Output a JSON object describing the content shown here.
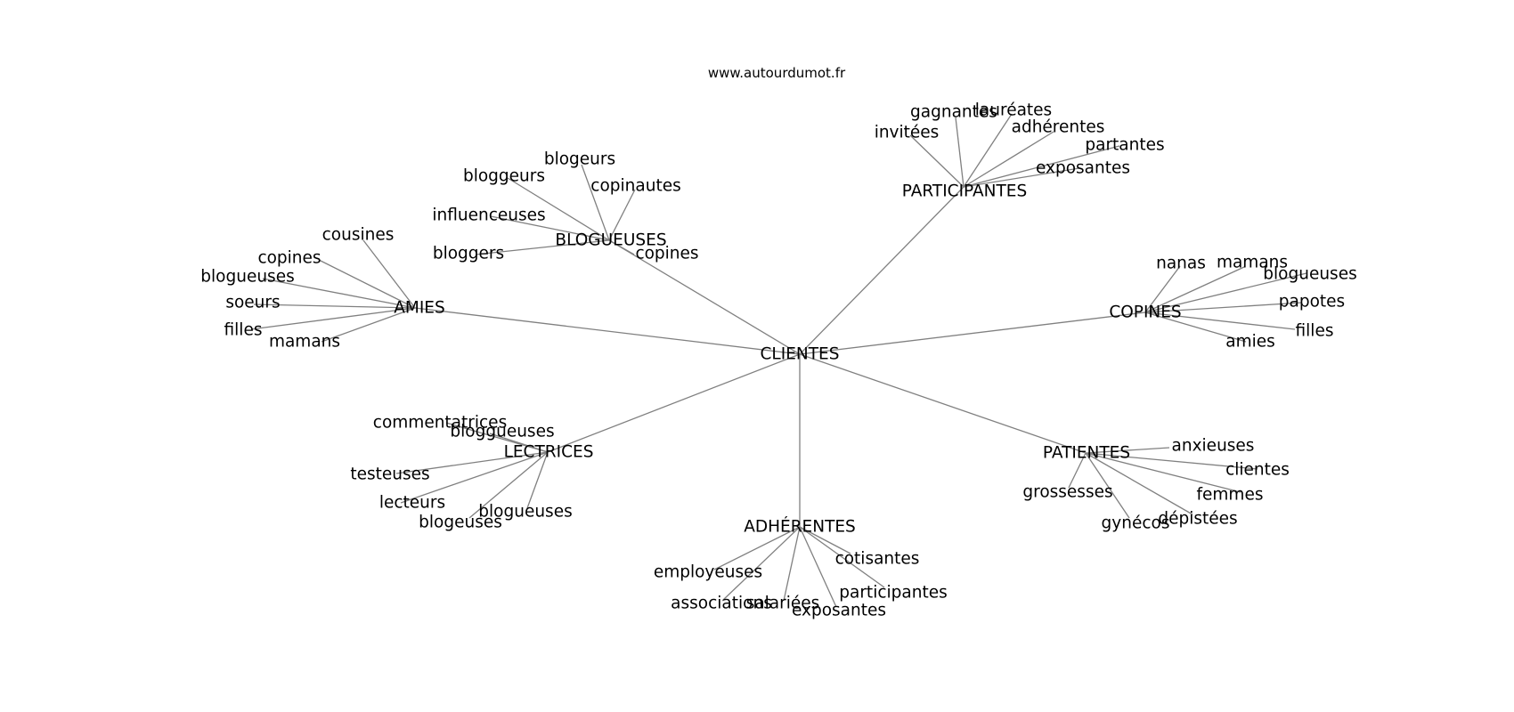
{
  "credit": "www.autourdumot.fr",
  "colors": {
    "edge": "#808080",
    "text": "#000000",
    "background": "#ffffff"
  },
  "center": {
    "id": "clientes",
    "label": "CLIENTES"
  },
  "clusters": [
    {
      "id": "amies",
      "label": "AMIES",
      "leaves": [
        "cousines",
        "copines",
        "blogueuses",
        "soeurs",
        "filles",
        "mamans"
      ]
    },
    {
      "id": "blogueuses",
      "label": "BLOGUEUSES",
      "leaves": [
        "blogeurs",
        "bloggeurs",
        "copinautes",
        "influenceuses",
        "bloggers",
        "copines"
      ]
    },
    {
      "id": "participantes",
      "label": "PARTICIPANTES",
      "leaves": [
        "invitées",
        "gagnantes",
        "lauréates",
        "adhérentes",
        "partantes",
        "exposantes"
      ]
    },
    {
      "id": "copines",
      "label": "COPINES",
      "leaves": [
        "nanas",
        "mamans",
        "blogueuses",
        "papotes",
        "filles",
        "amies"
      ]
    },
    {
      "id": "patientes",
      "label": "PATIENTES",
      "leaves": [
        "anxieuses",
        "clientes",
        "femmes",
        "dépistées",
        "grossesses",
        "gynécos"
      ]
    },
    {
      "id": "adherentes",
      "label": "ADHÉRENTES",
      "leaves": [
        "cotisantes",
        "participantes",
        "exposantes",
        "salariées",
        "associations",
        "employeuses"
      ]
    },
    {
      "id": "lectrices",
      "label": "LECTRICES",
      "leaves": [
        "commentatrices",
        "bloggueuses",
        "testeuses",
        "lecteurs",
        "blogueuses",
        "blogeuses"
      ]
    }
  ]
}
